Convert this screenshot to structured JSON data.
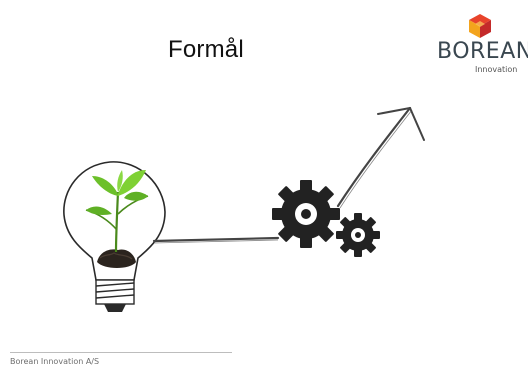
{
  "slide": {
    "title": "Formål",
    "footer": "Borean Innovation A/S"
  },
  "logo": {
    "name": "BOREAN",
    "sub": "Innovation",
    "colors": {
      "gem_top": "#e8432b",
      "gem_left": "#f3a41d",
      "gem_right": "#c42a2a",
      "text": "#3a4750"
    }
  },
  "icons": [
    "lightbulb-plant-icon",
    "arrow-icon",
    "gears-icon"
  ]
}
